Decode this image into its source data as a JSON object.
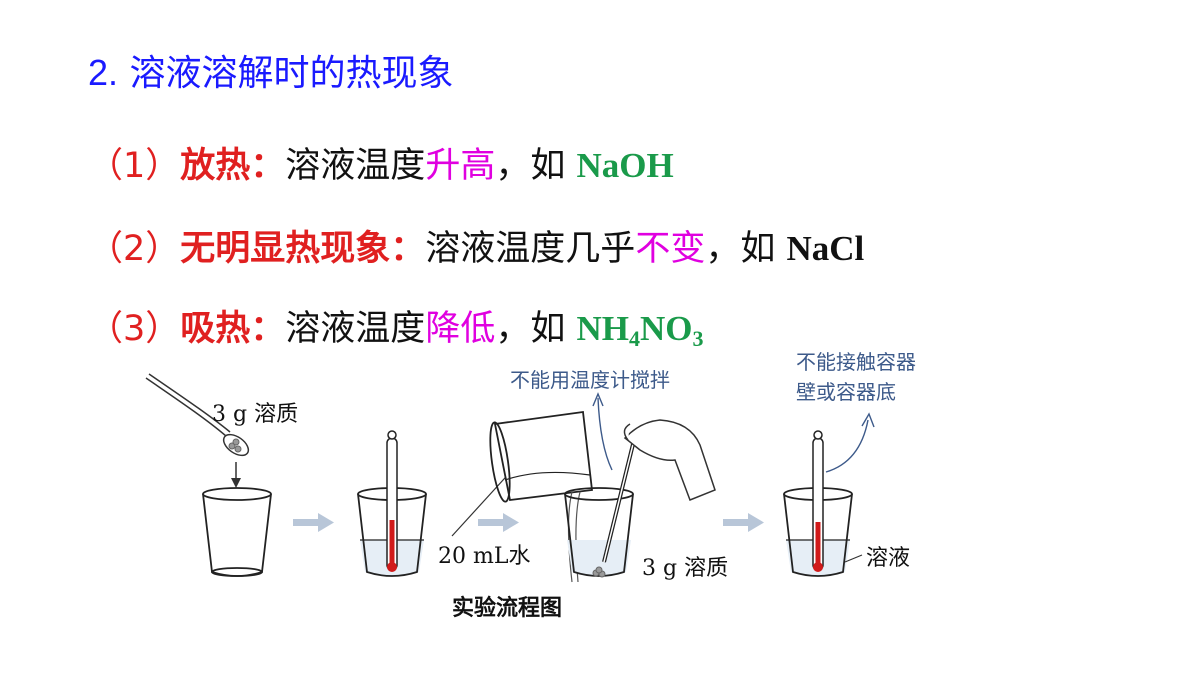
{
  "title": {
    "number": "2.",
    "text": "溶液溶解时的热现象"
  },
  "items": [
    {
      "index": "（1）",
      "label": "放热：",
      "pre": "溶液温度",
      "highlight": "升高",
      "post": "，如 ",
      "chem": "NaOH"
    },
    {
      "index": "（2）",
      "label": "无明显热现象：",
      "pre": "溶液温度几乎",
      "highlight": "不变",
      "post": "，如 ",
      "chem": "NaCl"
    },
    {
      "index": "（3）",
      "label": "吸热：",
      "pre": "溶液温度",
      "highlight": "降低",
      "post": "，如 ",
      "chem_parts": [
        "NH",
        "4",
        "NO",
        "3"
      ]
    }
  ],
  "colors": {
    "title": "#1a1aff",
    "label": "#e02020",
    "highlight": "#e000e0",
    "chem_green": "#1a9a4a",
    "chem_black": "#111111",
    "note": "#3d5a8a",
    "arrow": "#b8c6d8",
    "liquid_red": "#d11a1a"
  },
  "diagram": {
    "caption_solute1": "3 g 溶质",
    "caption_water": "20 mL水",
    "caption_solute2": "3 g 溶质",
    "caption_solution": "溶液",
    "note_stir_1": "不能用温度计搅拌",
    "note_contact_line1": "不能接触容器",
    "note_contact_line2": "壁或容器底",
    "figure_title": "实验流程图"
  }
}
